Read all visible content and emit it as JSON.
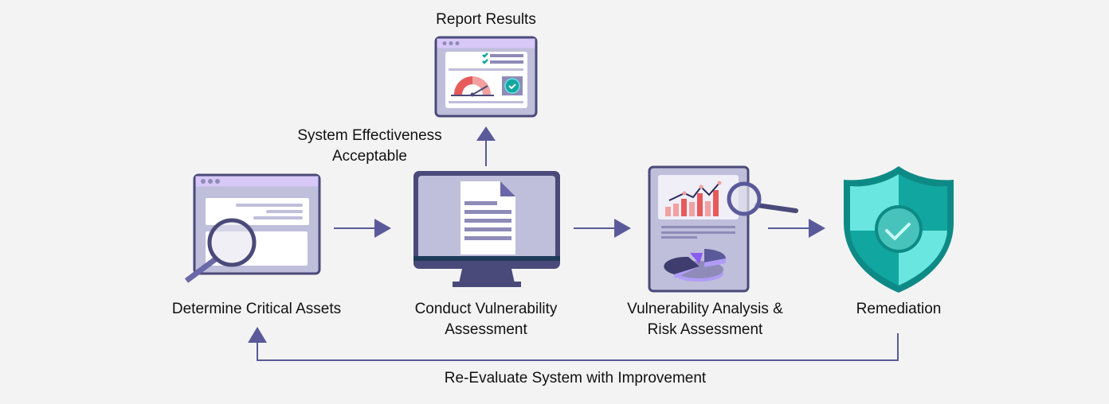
{
  "diagram": {
    "steps": [
      {
        "id": "determine",
        "label_lines": [
          "Determine Critical Assets"
        ],
        "icon": "browser-window-magnifier-icon"
      },
      {
        "id": "conduct",
        "label_lines": [
          "Conduct Vulnerability",
          "Assessment"
        ],
        "icon": "monitor-document-icon"
      },
      {
        "id": "analysis",
        "label_lines": [
          "Vulnerability Analysis &",
          "Risk Assessment"
        ],
        "icon": "report-chart-magnifier-icon"
      },
      {
        "id": "remediation",
        "label_lines": [
          "Remediation"
        ],
        "icon": "shield-check-icon"
      }
    ],
    "report": {
      "label": "Report Results",
      "icon": "report-dashboard-icon"
    },
    "branch_label_lines": [
      "System Effectiveness",
      "Acceptable"
    ],
    "loop_label": "Re-Evaluate System with Improvement",
    "colors": {
      "background": "#f3f3f3",
      "arrow": "#5a5a9a",
      "outline": "#4a4a7a",
      "panel": "#bfbedb",
      "titlebar": "#d7c8f7",
      "teal_dark": "#0e8a86",
      "teal_mid": "#12a6a0",
      "teal_light": "#68e6df",
      "chart_red": "#e85a5a",
      "chart_pink": "#f2a0a0"
    }
  }
}
